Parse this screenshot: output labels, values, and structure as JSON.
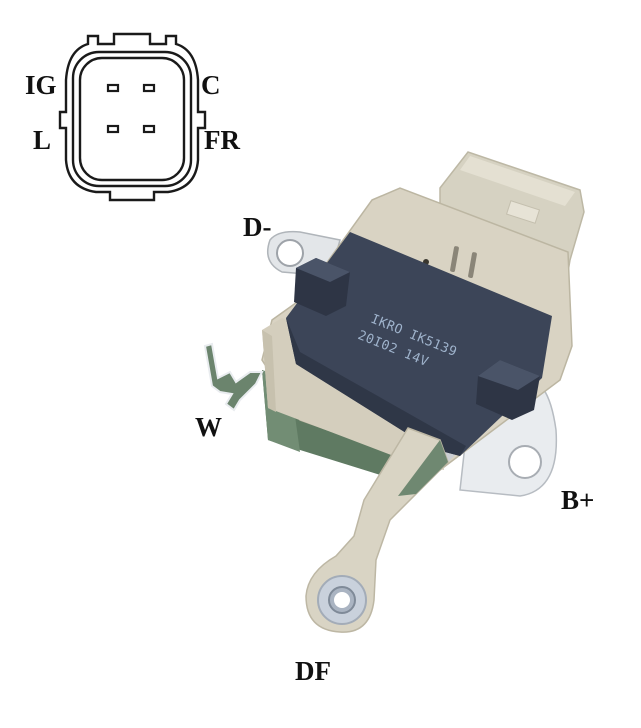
{
  "connector": {
    "pins": [
      {
        "label": "IG",
        "position": "top-left"
      },
      {
        "label": "C",
        "position": "top-right"
      },
      {
        "label": "L",
        "position": "bottom-left"
      },
      {
        "label": "FR",
        "position": "bottom-right"
      }
    ]
  },
  "terminals": {
    "d_minus": "D-",
    "w": "W",
    "b_plus": "B+",
    "df": "DF"
  },
  "regulator": {
    "marking_line1": "IKRO IK5139",
    "marking_line2": "20I02 14V"
  },
  "colors": {
    "housing": "#d9d3c3",
    "housing_shadow": "#b9b39f",
    "cover": "#3c4558",
    "cover_dark": "#2e3545",
    "metal": "#e6e9ec",
    "green_pcb": "#5f7a62",
    "label_text": "#111111"
  }
}
